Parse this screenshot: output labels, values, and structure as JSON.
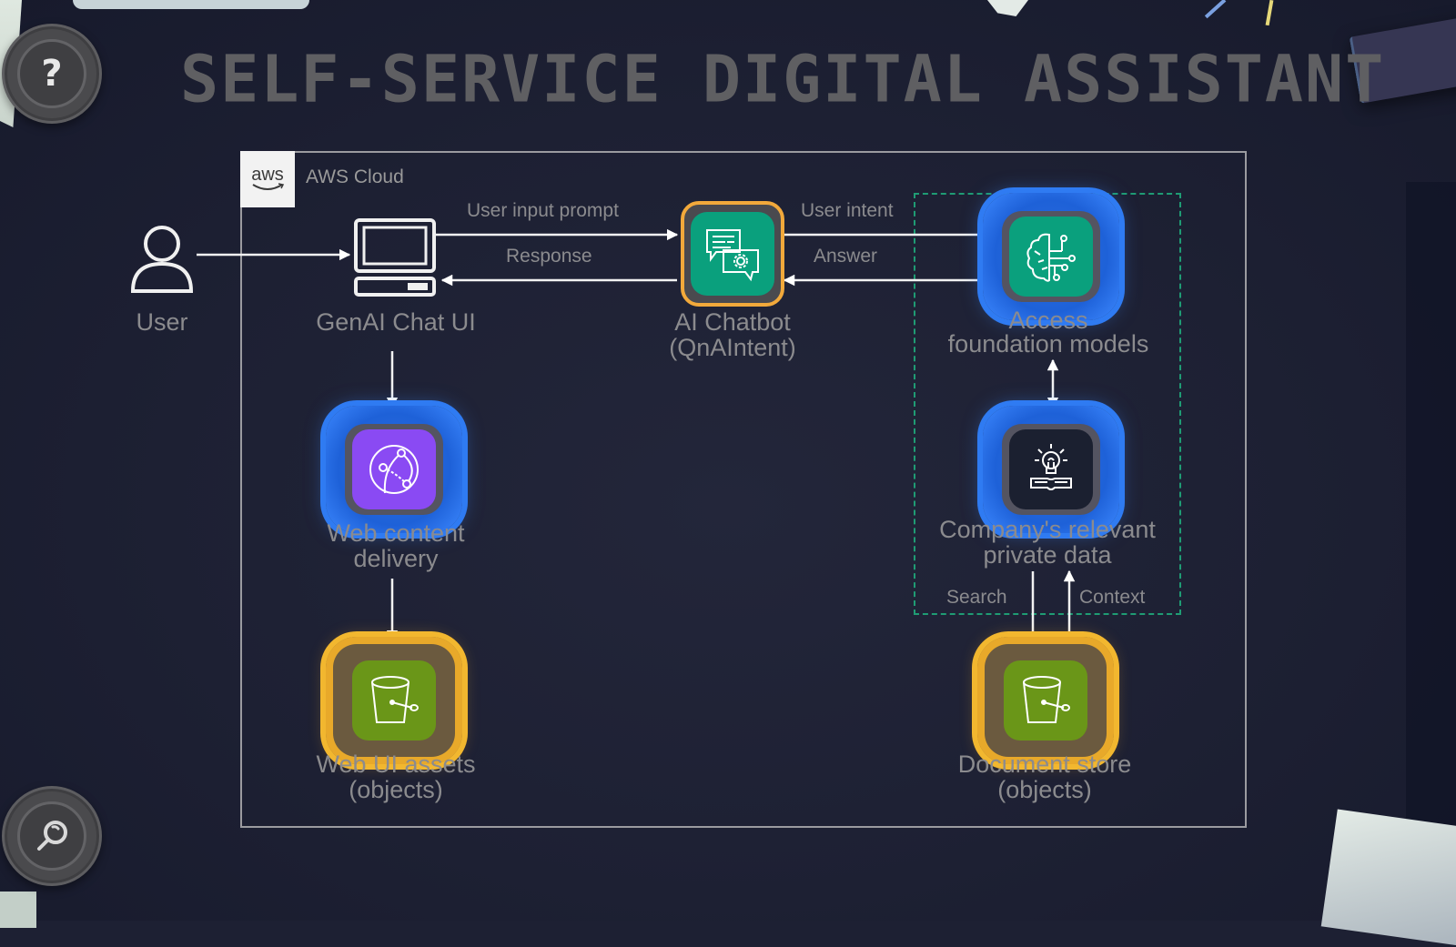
{
  "title": "SELF-SERVICE DIGITAL ASSISTANT",
  "controls": {
    "help_label": "?",
    "help_icon": "question-mark-icon",
    "zoom_icon": "magnifier-icon"
  },
  "diagram": {
    "cloud_badge": "aws",
    "cloud_label": "AWS Cloud",
    "nodes": {
      "user": {
        "label": "User",
        "icon": "user-icon"
      },
      "chat_ui": {
        "label": "GenAI Chat UI",
        "icon": "desktop-computer-icon"
      },
      "chatbot": {
        "label_line1": "AI Chatbot",
        "label_line2": "(QnAIntent)",
        "icon": "chat-bubbles-gear-icon",
        "color": "#0aa07d"
      },
      "foundation": {
        "label_line1": "Access",
        "label_line2": "foundation models",
        "icon": "brain-circuit-icon",
        "color": "#0aa07d"
      },
      "cdn": {
        "label_line1": "Web content",
        "label_line2": "delivery",
        "icon": "globe-network-icon",
        "color": "#8a4af3"
      },
      "private_data": {
        "label_line1": "Company's relevant",
        "label_line2": "private data",
        "icon": "lightbulb-book-icon",
        "color": "#1b2030"
      },
      "web_assets": {
        "label_line1": "Web UI assets",
        "label_line2": "(objects)",
        "icon": "bucket-icon",
        "color": "#6a9618"
      },
      "doc_store": {
        "label_line1": "Document store",
        "label_line2": "(objects)",
        "icon": "bucket-icon",
        "color": "#6a9618"
      }
    },
    "edges": {
      "user_input_prompt": "User input prompt",
      "response": "Response",
      "user_intent": "User intent",
      "answer": "Answer",
      "search": "Search",
      "context": "Context"
    },
    "colors": {
      "private_boundary": "#1f9c74",
      "highlight_blue": "#2f7bf2",
      "highlight_yellow": "#f2b72f"
    }
  }
}
